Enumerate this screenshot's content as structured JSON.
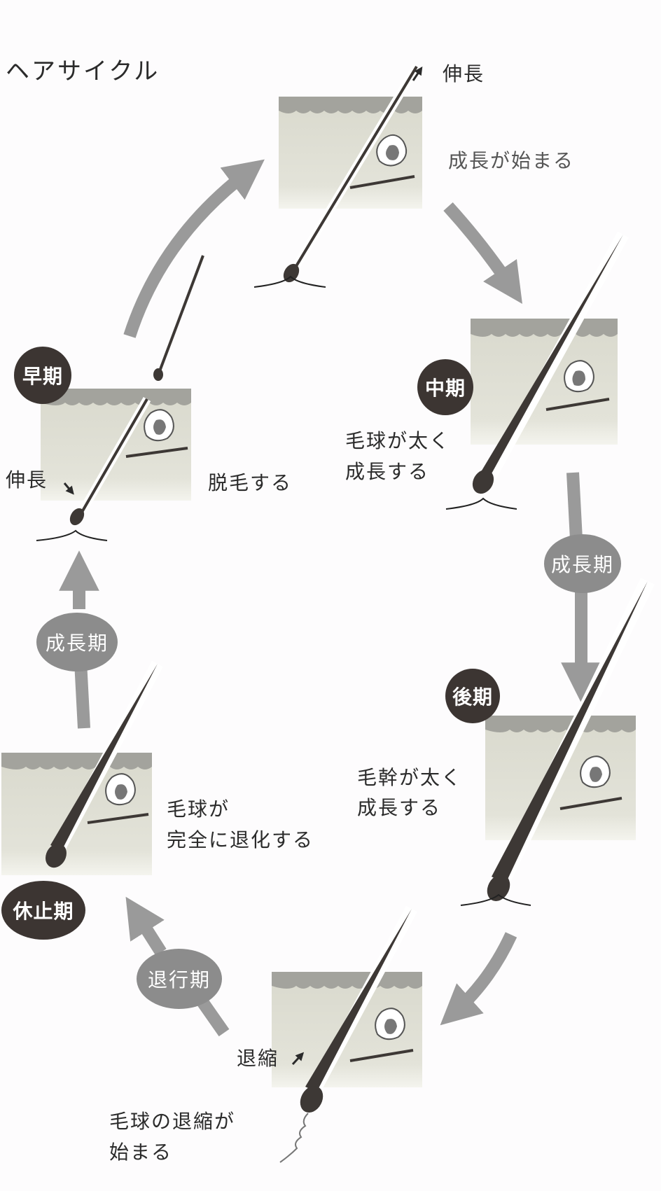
{
  "title": "ヘアサイクル",
  "colors": {
    "background": "#fdfcfd",
    "dark_badge": "#3c3532",
    "phase_badge": "#8c8c8c",
    "arrow": "#9a9a9a",
    "skin": "#dcdcd0",
    "skin_top": "#9b9b96",
    "hair": "#3d3835"
  },
  "stages": [
    {
      "id": "start",
      "badge": "",
      "labels": [
        "成長が始まる"
      ],
      "annotation": "伸長",
      "annotation_arrow": "arrow-up-right"
    },
    {
      "id": "middle",
      "badge": "中期",
      "labels": [
        "毛球が太く",
        "成長する"
      ]
    },
    {
      "id": "late",
      "badge": "後期",
      "labels": [
        "毛幹が太く",
        "成長する"
      ]
    },
    {
      "id": "catagen",
      "badge": "",
      "labels": [
        "毛球の退縮が",
        "始まる"
      ],
      "annotation": "退縮",
      "annotation_arrow": "arrow-up-right"
    },
    {
      "id": "telogen",
      "badge": "休止期",
      "labels": [
        "毛球が",
        "完全に退化する"
      ]
    },
    {
      "id": "early",
      "badge": "早期",
      "labels": [
        "脱毛する"
      ],
      "annotation": "伸長",
      "annotation_arrow": "arrow-down-right"
    }
  ],
  "phases": {
    "anagen_right": "成長期",
    "anagen_left": "成長期",
    "catagen": "退行期"
  }
}
